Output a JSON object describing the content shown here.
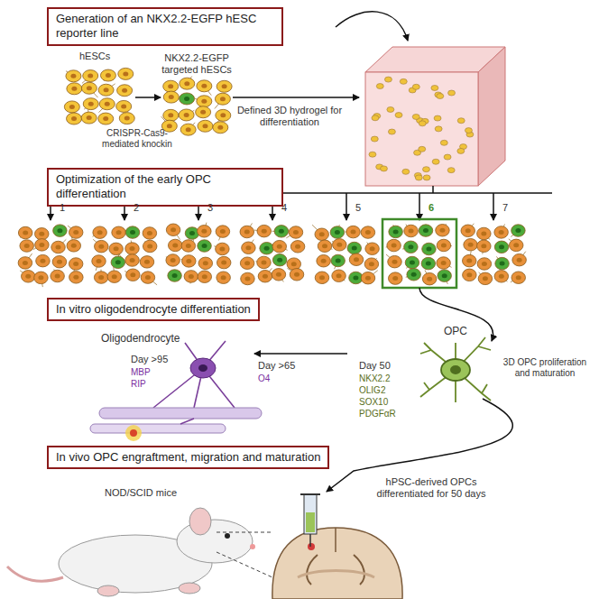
{
  "diagram": {
    "nodes": [
      {
        "text": [
          "Generation of an NKX2.2-EGFP hESC reporter line"
        ]
      },
      {
        "text": [
          "Optimization of the early OPC differentiation"
        ]
      },
      {
        "text": [
          "In vitro oligodendrocyte differentiation"
        ]
      },
      {
        "text": [
          "In vivo OPC engraftment, migration and maturation"
        ]
      }
    ],
    "labels": [
      "hESCs",
      "NKX2.2-EGFP targeted hESCs",
      "CRISPR-Cas9-mediated knockin",
      "Defined 3D hydrogel for differentiation",
      "1",
      "2",
      "3",
      "4",
      "5",
      "6",
      "7",
      "Oligodendrocyte",
      "Day >95",
      "MBP",
      "RIP",
      "Day >65",
      "O4",
      "Day 50",
      "NKX2.2",
      "OLIG2",
      "SOX10",
      "PDGFαR",
      "OPC",
      "3D OPC proliferation and maturation",
      "NOD/SCID mice",
      "hPSC-derived OPCs differentiated for 50 days"
    ]
  }
}
